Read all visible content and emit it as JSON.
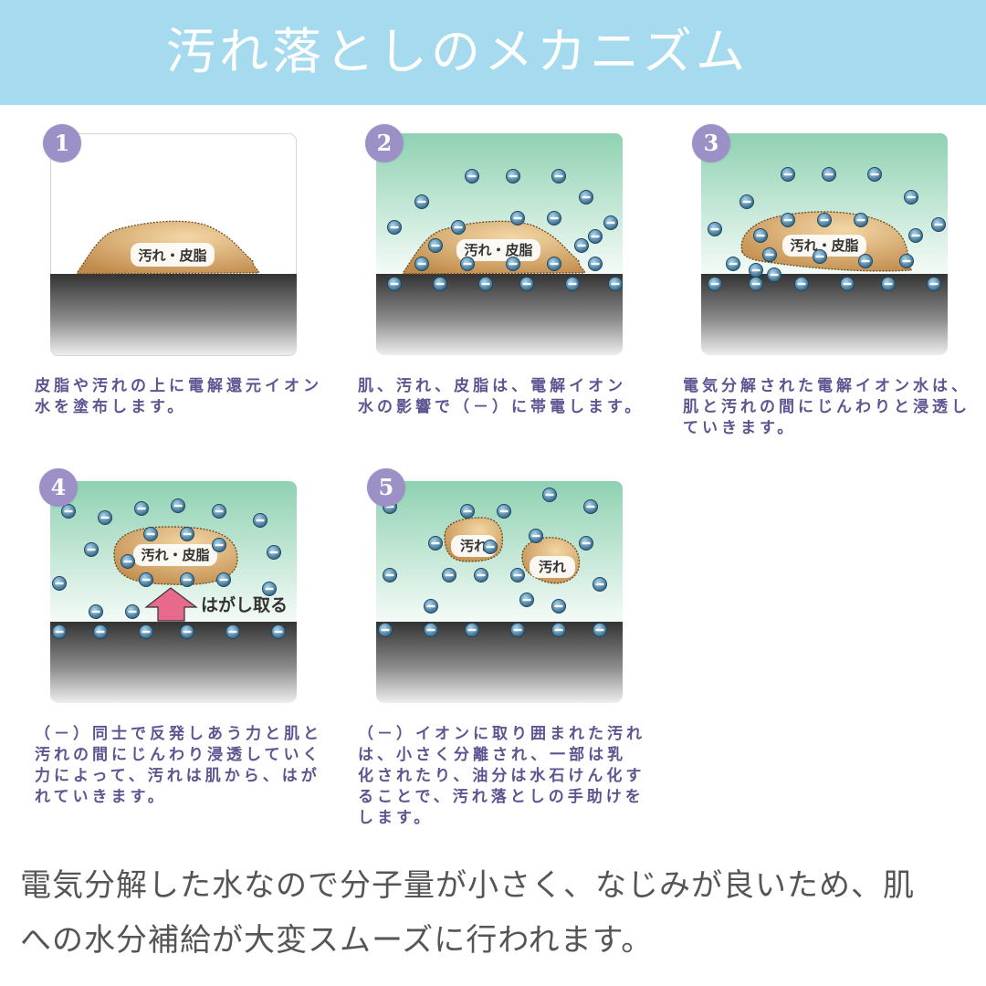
{
  "header": {
    "title": "汚れ落としのメカニズム",
    "bg_color": "#a6daee"
  },
  "colors": {
    "badge": "#9c90c6",
    "caption_text": "#5b5591",
    "dirt_fill": "#c8955a",
    "ion": "#3d6e8f",
    "water_top": "#8fd1b2",
    "skin_dark": "#3a3a3a"
  },
  "panels": [
    {
      "number": "1",
      "label": "汚れ・皮脂",
      "caption": "皮脂や汚れの上に電解還元イオン水を塗布します。",
      "water": false,
      "ions": []
    },
    {
      "number": "2",
      "label": "汚れ・皮脂",
      "caption": "肌、汚れ、皮脂は、電解イオン水の影響で（－）に帯電します。",
      "water": true,
      "ions": [
        [
          105,
          47
        ],
        [
          150,
          47
        ],
        [
          200,
          47
        ],
        [
          50,
          75
        ],
        [
          230,
          70
        ],
        [
          20,
          103
        ],
        [
          257,
          98
        ],
        [
          155,
          93
        ],
        [
          195,
          93
        ],
        [
          90,
          103
        ],
        [
          65,
          123
        ],
        [
          240,
          113
        ],
        [
          225,
          123
        ],
        [
          50,
          143
        ],
        [
          100,
          143
        ],
        [
          150,
          143
        ],
        [
          195,
          143
        ],
        [
          240,
          143
        ],
        [
          20,
          165
        ],
        [
          70,
          165
        ],
        [
          120,
          165
        ],
        [
          165,
          165
        ],
        [
          215,
          165
        ],
        [
          262,
          165
        ]
      ]
    },
    {
      "number": "3",
      "label": "汚れ・皮脂",
      "caption": "電気分解された電解イオン水は、肌と汚れの間にじんわりと浸透していきます。",
      "water": true,
      "ions": [
        [
          95,
          45
        ],
        [
          140,
          45
        ],
        [
          190,
          45
        ],
        [
          50,
          75
        ],
        [
          230,
          70
        ],
        [
          15,
          105
        ],
        [
          260,
          100
        ],
        [
          95,
          95
        ],
        [
          135,
          95
        ],
        [
          175,
          95
        ],
        [
          65,
          112
        ],
        [
          235,
          112
        ],
        [
          75,
          133
        ],
        [
          130,
          135
        ],
        [
          180,
          140
        ],
        [
          225,
          140
        ],
        [
          35,
          143
        ],
        [
          60,
          150
        ],
        [
          80,
          155
        ],
        [
          15,
          165
        ],
        [
          60,
          165
        ],
        [
          110,
          165
        ],
        [
          160,
          165
        ],
        [
          205,
          165
        ],
        [
          255,
          165
        ]
      ]
    },
    {
      "number": "4",
      "label": "汚れ・皮脂",
      "label2": "はがし取る",
      "caption": "（－）同士で反発しあう力と肌と汚れの間にじんわり浸透していく力によって、汚れは肌から、はがれていきます。",
      "water": true,
      "ions": [
        [
          20,
          33
        ],
        [
          60,
          40
        ],
        [
          100,
          30
        ],
        [
          140,
          27
        ],
        [
          185,
          33
        ],
        [
          230,
          43
        ],
        [
          110,
          58
        ],
        [
          150,
          58
        ],
        [
          45,
          75
        ],
        [
          185,
          70
        ],
        [
          245,
          78
        ],
        [
          85,
          88
        ],
        [
          105,
          108
        ],
        [
          150,
          108
        ],
        [
          190,
          108
        ],
        [
          10,
          112
        ],
        [
          240,
          118
        ],
        [
          50,
          143
        ],
        [
          90,
          143
        ]
      ],
      "ions_bottom": [
        [
          10,
          165
        ],
        [
          55,
          165
        ],
        [
          105,
          165
        ],
        [
          150,
          165
        ],
        [
          200,
          165
        ],
        [
          250,
          165
        ]
      ]
    },
    {
      "number": "5",
      "label": "汚れ",
      "label2": "汚れ",
      "caption": "（－）イオンに取り囲まれた汚れは、小さく分離され、一部は乳化されたり、油分は水石けん化することで、汚れ落としの手助けをします。",
      "water": true,
      "ions": [
        [
          15,
          28
        ],
        [
          190,
          15
        ],
        [
          235,
          28
        ],
        [
          100,
          33
        ],
        [
          140,
          33
        ],
        [
          65,
          68
        ],
        [
          175,
          60
        ],
        [
          230,
          68
        ],
        [
          125,
          72
        ],
        [
          15,
          103
        ],
        [
          80,
          103
        ],
        [
          115,
          103
        ],
        [
          155,
          103
        ],
        [
          245,
          113
        ],
        [
          60,
          137
        ],
        [
          165,
          130
        ],
        [
          200,
          137
        ]
      ],
      "ions_bottom": [
        [
          10,
          163
        ],
        [
          60,
          163
        ],
        [
          105,
          163
        ],
        [
          155,
          163
        ],
        [
          200,
          163
        ],
        [
          245,
          163
        ]
      ]
    }
  ],
  "footer": {
    "line1": "電気分解した水なので分子量が小さく、なじみが良いため、肌",
    "line2": "への水分補給が大変スムーズに行われます。"
  }
}
